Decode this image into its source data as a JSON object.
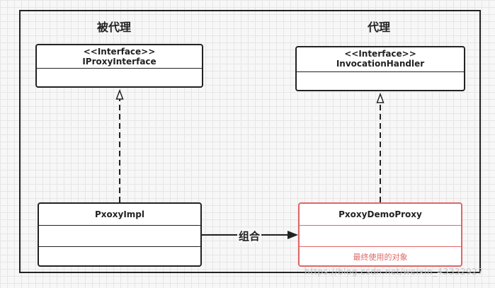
{
  "titles": {
    "left": "被代理",
    "right": "代理"
  },
  "boxes": {
    "iproxy": {
      "stereotype": "<<Interface>>",
      "name": "IProxyInterface"
    },
    "invocation": {
      "stereotype": "<<Interface>>",
      "name": "InvocationHandler"
    },
    "impl": {
      "name": "PxoxyImpl"
    },
    "demo": {
      "name": "PxoxyDemoProxy",
      "note": "最终使用的对象"
    }
  },
  "association": {
    "label": "组合"
  },
  "watermark": "https://blog.csdn.net/weixin_43332927",
  "colors": {
    "line": "#222222",
    "highlight": "#e06666"
  }
}
